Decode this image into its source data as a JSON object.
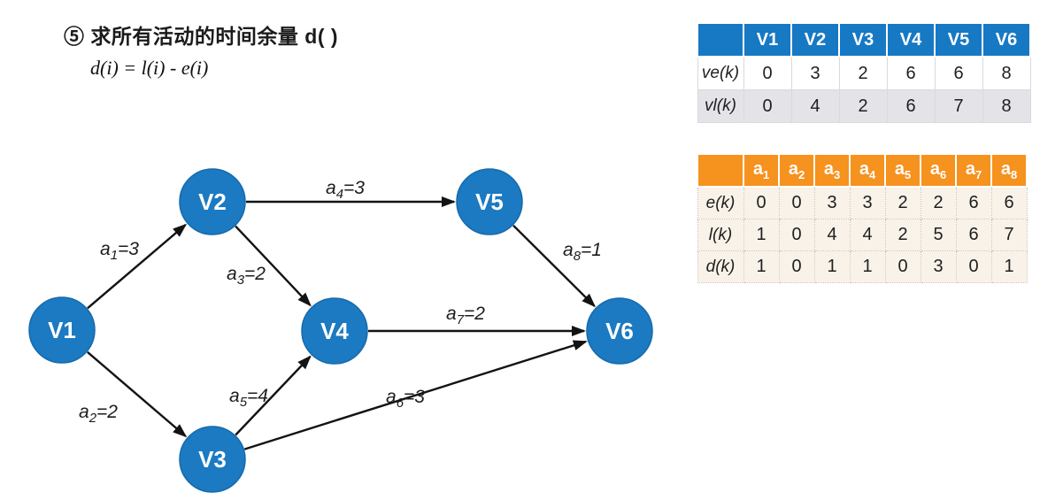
{
  "title": "⑤ 求所有活动的时间余量 d( )",
  "formula": "d(i) = l(i) - e(i)",
  "colors": {
    "node_fill": "#1b7ac1",
    "node_stroke": "#166aab",
    "edge_stroke": "#131313",
    "vertex_table_header_bg": "#1779c4",
    "activity_table_header_bg": "#f6921e",
    "vertex_table_alt_row_bg": "#e3e3e8",
    "activity_table_row_bg": "#f8f2e8"
  },
  "graph": {
    "nodes": [
      {
        "id": "V1",
        "label": "V1"
      },
      {
        "id": "V2",
        "label": "V2"
      },
      {
        "id": "V3",
        "label": "V3"
      },
      {
        "id": "V4",
        "label": "V4"
      },
      {
        "id": "V5",
        "label": "V5"
      },
      {
        "id": "V6",
        "label": "V6"
      }
    ],
    "edges": [
      {
        "id": "a1",
        "from": "V1",
        "to": "V2",
        "base": "a",
        "sub": "1",
        "value": "3"
      },
      {
        "id": "a2",
        "from": "V1",
        "to": "V3",
        "base": "a",
        "sub": "2",
        "value": "2"
      },
      {
        "id": "a3",
        "from": "V2",
        "to": "V4",
        "base": "a",
        "sub": "3",
        "value": "2"
      },
      {
        "id": "a4",
        "from": "V2",
        "to": "V5",
        "base": "a",
        "sub": "4",
        "value": "3"
      },
      {
        "id": "a5",
        "from": "V3",
        "to": "V4",
        "base": "a",
        "sub": "5",
        "value": "4"
      },
      {
        "id": "a6",
        "from": "V3",
        "to": "V6",
        "base": "a",
        "sub": "6",
        "value": "3"
      },
      {
        "id": "a7",
        "from": "V4",
        "to": "V6",
        "base": "a",
        "sub": "7",
        "value": "2"
      },
      {
        "id": "a8",
        "from": "V5",
        "to": "V6",
        "base": "a",
        "sub": "8",
        "value": "1"
      }
    ]
  },
  "vertex_table": {
    "corner": "",
    "col_headers": [
      "V1",
      "V2",
      "V3",
      "V4",
      "V5",
      "V6"
    ],
    "rows": [
      {
        "label": "ve(k)",
        "values": [
          "0",
          "3",
          "2",
          "6",
          "6",
          "8"
        ]
      },
      {
        "label": "vl(k)",
        "values": [
          "0",
          "4",
          "2",
          "6",
          "7",
          "8"
        ]
      }
    ]
  },
  "activity_table": {
    "corner": "",
    "col_headers": [
      {
        "base": "a",
        "sub": "1"
      },
      {
        "base": "a",
        "sub": "2"
      },
      {
        "base": "a",
        "sub": "3"
      },
      {
        "base": "a",
        "sub": "4"
      },
      {
        "base": "a",
        "sub": "5"
      },
      {
        "base": "a",
        "sub": "6"
      },
      {
        "base": "a",
        "sub": "7"
      },
      {
        "base": "a",
        "sub": "8"
      }
    ],
    "rows": [
      {
        "label": "e(k)",
        "values": [
          "0",
          "0",
          "3",
          "3",
          "2",
          "2",
          "6",
          "6"
        ]
      },
      {
        "label": "l(k)",
        "values": [
          "1",
          "0",
          "4",
          "4",
          "2",
          "5",
          "6",
          "7"
        ]
      },
      {
        "label": "d(k)",
        "values": [
          "1",
          "0",
          "1",
          "1",
          "0",
          "3",
          "0",
          "1"
        ]
      }
    ]
  }
}
